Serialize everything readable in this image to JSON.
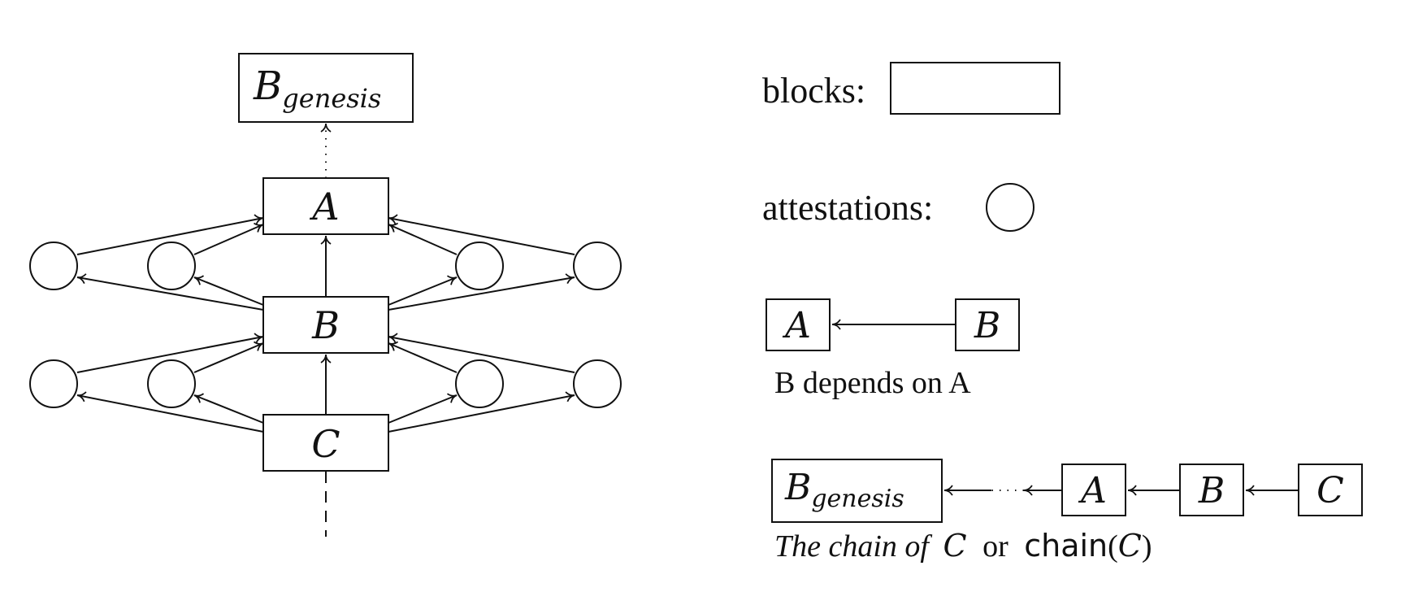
{
  "main_diagram": {
    "genesis": {
      "base": "B",
      "sub": "genesis"
    },
    "blocks": [
      "A",
      "B",
      "C"
    ]
  },
  "legend": {
    "blocks_label": "blocks:",
    "attestations_label": "attestations:",
    "dependency": {
      "from": "B",
      "to": "A",
      "caption": "B depends on A"
    },
    "chain": {
      "genesis": {
        "base": "B",
        "sub": "genesis"
      },
      "blocks": [
        "A",
        "B",
        "C"
      ],
      "caption": {
        "italic_part": "The chain of",
        "var1": "C",
        "or_word": "or",
        "func": "chain",
        "open_paren": "(",
        "var2": "C",
        "close_paren": ")"
      }
    }
  }
}
